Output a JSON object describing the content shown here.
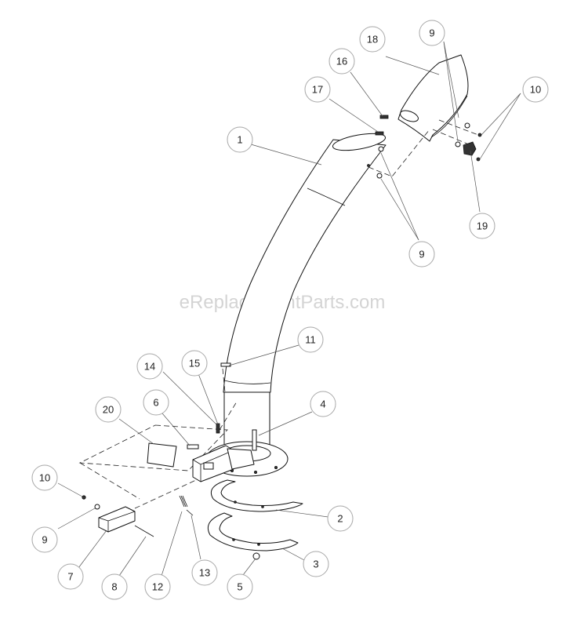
{
  "watermark": "eReplacementParts.com",
  "callouts": {
    "c1": "1",
    "c2": "2",
    "c3": "3",
    "c4": "4",
    "c5": "5",
    "c6": "6",
    "c7": "7",
    "c8": "8",
    "c9_top": "9",
    "c9_mid": "9",
    "c9_left": "9",
    "c10_right": "10",
    "c10_left": "10",
    "c11": "11",
    "c12": "12",
    "c13": "13",
    "c14": "14",
    "c15": "15",
    "c16": "16",
    "c17": "17",
    "c18": "18",
    "c19": "19",
    "c20": "20"
  }
}
